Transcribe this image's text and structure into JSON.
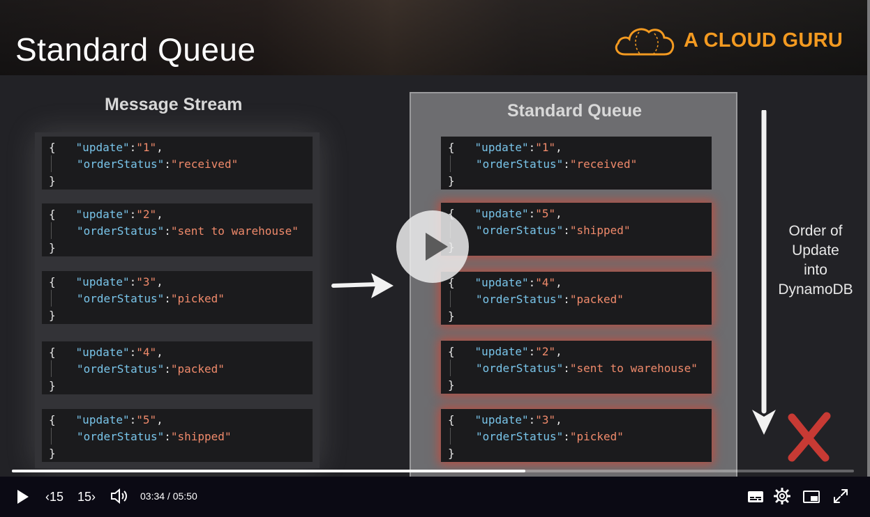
{
  "slide": {
    "title": "Standard Queue",
    "brand": "A CLOUD GURU"
  },
  "message_stream": {
    "title": "Message Stream",
    "messages": [
      {
        "update": "1",
        "orderStatus": "received"
      },
      {
        "update": "2",
        "orderStatus": "sent to warehouse"
      },
      {
        "update": "3",
        "orderStatus": "picked"
      },
      {
        "update": "4",
        "orderStatus": "packed"
      },
      {
        "update": "5",
        "orderStatus": "shipped"
      }
    ]
  },
  "standard_queue": {
    "title": "Standard Queue",
    "messages": [
      {
        "update": "1",
        "orderStatus": "received",
        "highlight": false
      },
      {
        "update": "5",
        "orderStatus": "shipped",
        "highlight": true
      },
      {
        "update": "4",
        "orderStatus": "packed",
        "highlight": true
      },
      {
        "update": "2",
        "orderStatus": "sent to warehouse",
        "highlight": true
      },
      {
        "update": "3",
        "orderStatus": "picked",
        "highlight": true
      }
    ]
  },
  "order_label": "Order of Update into DynamoDB",
  "player": {
    "current_time": "03:34",
    "duration": "05:50",
    "time_display": "03:34 / 05:50",
    "progress_fraction": 0.61,
    "skip_back_label": "15",
    "skip_forward_label": "15",
    "icons": {
      "play": "play-icon",
      "skip_back": "skip-back-15-icon",
      "skip_forward": "skip-forward-15-icon",
      "volume": "volume-icon",
      "captions": "captions-icon",
      "settings": "gear-icon",
      "pip": "picture-in-picture-icon",
      "fullscreen": "fullscreen-icon"
    }
  },
  "colors": {
    "brand_orange": "#f39a21",
    "json_key": "#79c5ea",
    "json_value": "#f08a6b",
    "highlight_red": "#d64432"
  }
}
